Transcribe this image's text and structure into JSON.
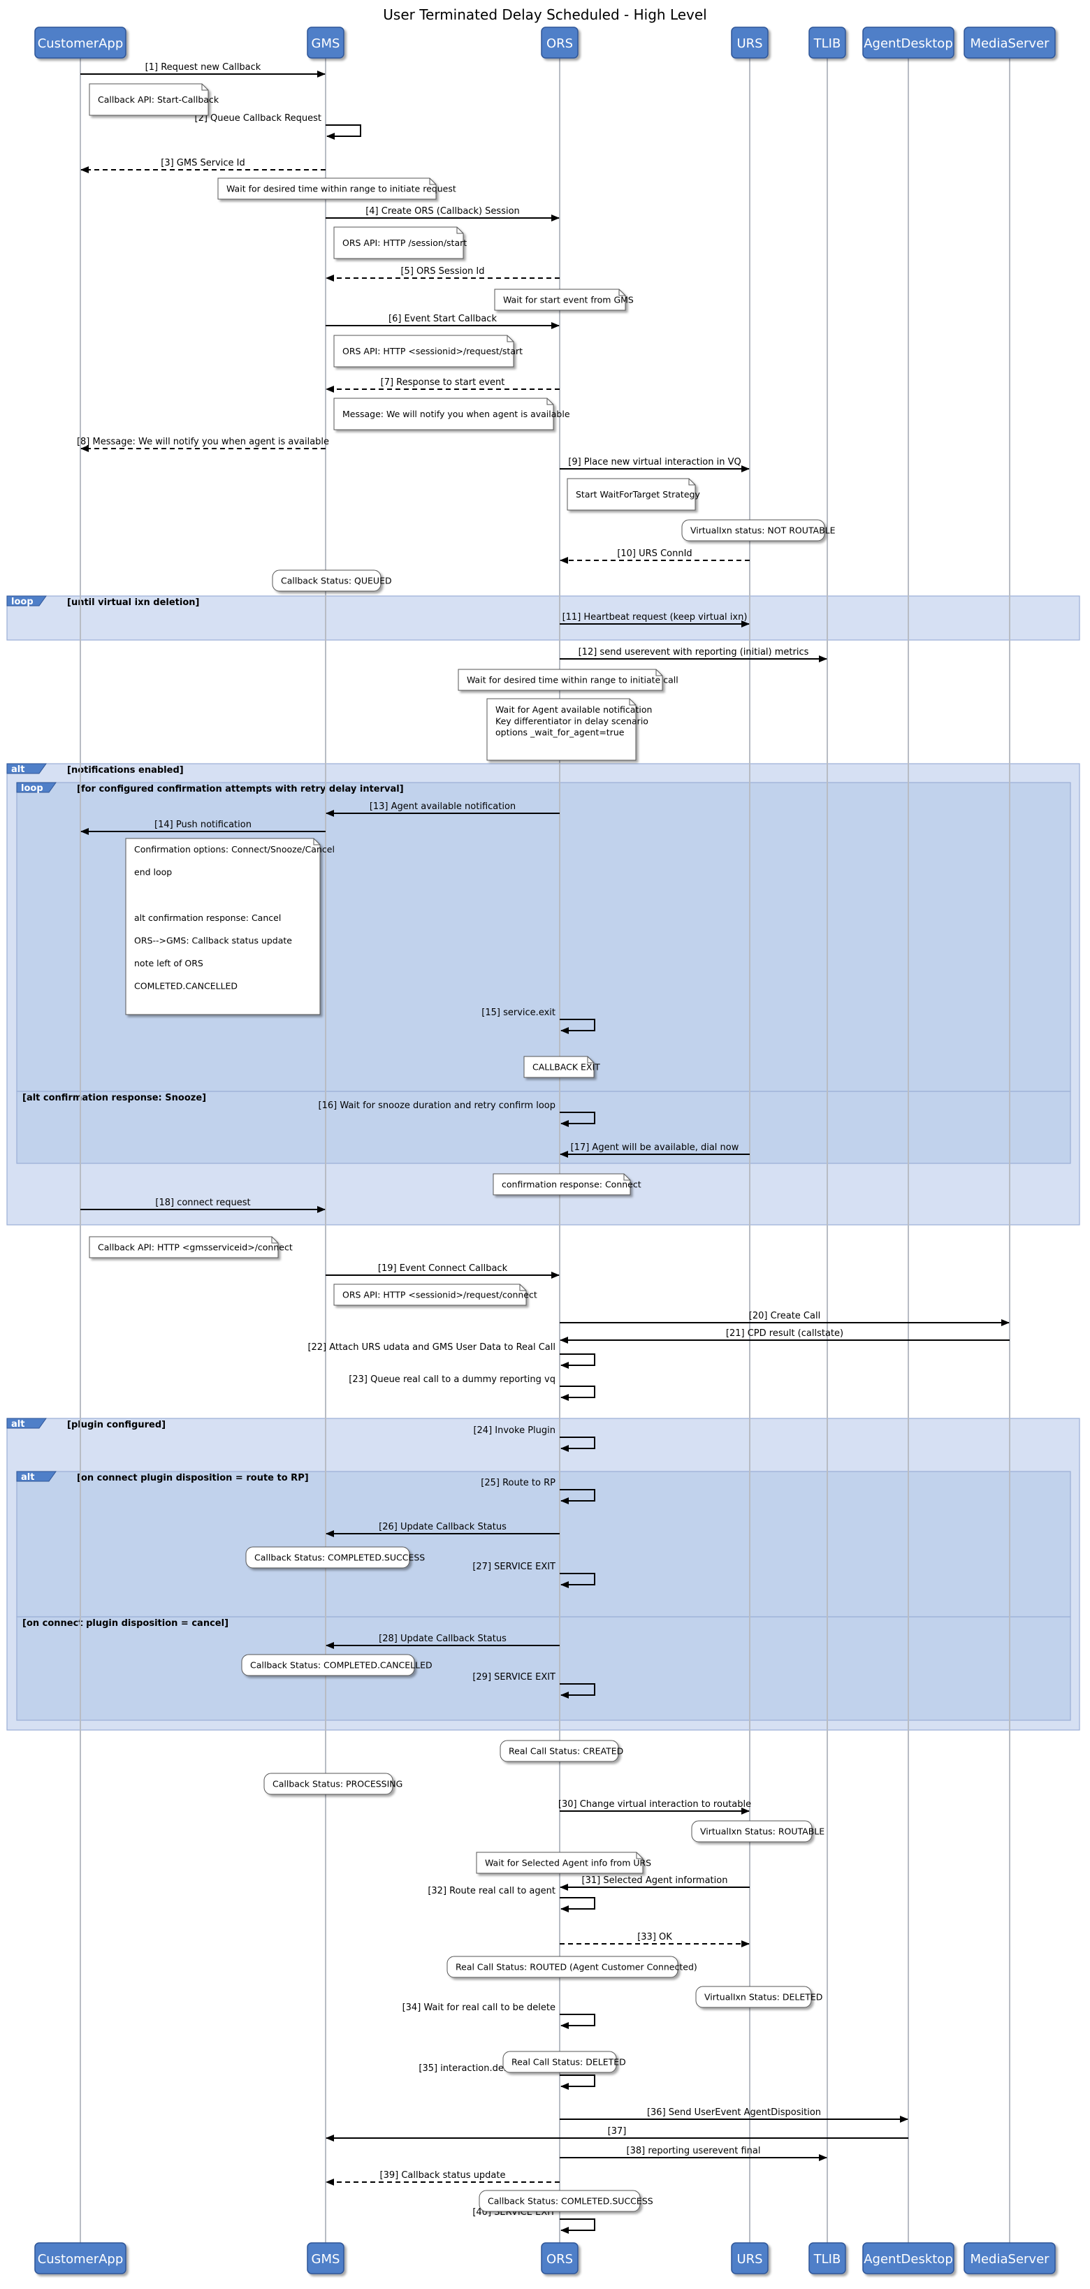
{
  "title": "User Terminated Delay Scheduled - High Level",
  "colors": {
    "participant_fill": "#4f7fc8",
    "participant_stroke": "#2f5597",
    "lifeline": "#b8bcc4",
    "arrow": "#000000",
    "frame_outer": "#d6e0f3",
    "frame_inner": "#c1d2ec",
    "frame_stroke": "#9aaed6",
    "note_fill": "#ffffff",
    "note_stroke": "#555555"
  },
  "participants": [
    {
      "id": "CustomerApp",
      "label": "CustomerApp"
    },
    {
      "id": "GMS",
      "label": "GMS"
    },
    {
      "id": "ORS",
      "label": "ORS"
    },
    {
      "id": "URS",
      "label": "URS"
    },
    {
      "id": "TLIB",
      "label": "TLIB"
    },
    {
      "id": "AgentDesktop",
      "label": "AgentDesktop"
    },
    {
      "id": "MediaServer",
      "label": "MediaServer"
    }
  ],
  "frames": [
    {
      "tag": "loop",
      "condition": "[until virtual ixn deletion]",
      "level": 0
    },
    {
      "tag": "alt",
      "condition": "[notifications enabled]",
      "level": 0
    },
    {
      "tag": "loop",
      "condition": "[for configured confirmation attempts with retry delay interval]",
      "level": 1
    },
    {
      "tag": "",
      "condition": "[alt confirmation response: Snooze]",
      "level": 1
    },
    {
      "tag": "alt",
      "condition": "[plugin configured]",
      "level": 0
    },
    {
      "tag": "alt",
      "condition": "[on connect plugin disposition = route to RP]",
      "level": 1
    },
    {
      "tag": "",
      "condition": "[on connect plugin disposition = cancel]",
      "level": 1
    }
  ],
  "messages": [
    {
      "from": "CustomerApp",
      "to": "GMS",
      "label": "[1] Request new Callback",
      "dashed": false
    },
    {
      "from": "GMS",
      "to": "GMS",
      "label": "[2] Queue Callback Request",
      "dashed": false
    },
    {
      "from": "GMS",
      "to": "CustomerApp",
      "label": "[3] GMS Service Id",
      "dashed": true
    },
    {
      "from": "GMS",
      "to": "ORS",
      "label": "[4] Create ORS (Callback) Session",
      "dashed": false
    },
    {
      "from": "ORS",
      "to": "GMS",
      "label": "[5] ORS Session Id",
      "dashed": true
    },
    {
      "from": "GMS",
      "to": "ORS",
      "label": "[6] Event Start Callback",
      "dashed": false
    },
    {
      "from": "ORS",
      "to": "GMS",
      "label": "[7] Response to start event",
      "dashed": true
    },
    {
      "from": "GMS",
      "to": "CustomerApp",
      "label": "[8] Message: We will notify you when agent is available",
      "dashed": true
    },
    {
      "from": "ORS",
      "to": "URS",
      "label": "[9] Place new virtual interaction in VQ",
      "dashed": false
    },
    {
      "from": "URS",
      "to": "ORS",
      "label": "[10] URS ConnId",
      "dashed": true
    },
    {
      "from": "ORS",
      "to": "URS",
      "label": "[11] Heartbeat request (keep virtual ixn)",
      "dashed": false
    },
    {
      "from": "ORS",
      "to": "TLIB",
      "label": "[12] send userevent with reporting (initial) metrics",
      "dashed": false
    },
    {
      "from": "ORS",
      "to": "GMS",
      "label": "[13] Agent available notification",
      "dashed": false
    },
    {
      "from": "GMS",
      "to": "CustomerApp",
      "label": "[14] Push notification",
      "dashed": false
    },
    {
      "from": "ORS",
      "to": "ORS",
      "label": "[15] service.exit",
      "dashed": false
    },
    {
      "from": "ORS",
      "to": "ORS",
      "label": "[16] Wait for snooze duration and retry confirm loop",
      "dashed": false
    },
    {
      "from": "URS",
      "to": "ORS",
      "label": "[17] Agent will be available, dial now",
      "dashed": false
    },
    {
      "from": "CustomerApp",
      "to": "GMS",
      "label": "[18] connect request",
      "dashed": false
    },
    {
      "from": "GMS",
      "to": "ORS",
      "label": "[19] Event Connect Callback",
      "dashed": false
    },
    {
      "from": "ORS",
      "to": "MediaServer",
      "label": "[20] Create Call",
      "dashed": false
    },
    {
      "from": "MediaServer",
      "to": "ORS",
      "label": "[21] CPD result (callstate)",
      "dashed": false
    },
    {
      "from": "ORS",
      "to": "ORS",
      "label": "[22] Attach URS udata and GMS User Data to Real Call",
      "dashed": false
    },
    {
      "from": "ORS",
      "to": "ORS",
      "label": "[23] Queue real call to a dummy reporting vq",
      "dashed": false
    },
    {
      "from": "ORS",
      "to": "ORS",
      "label": "[24] Invoke Plugin",
      "dashed": false
    },
    {
      "from": "ORS",
      "to": "ORS",
      "label": "[25] Route to RP",
      "dashed": false
    },
    {
      "from": "ORS",
      "to": "GMS",
      "label": "[26] Update Callback Status",
      "dashed": false
    },
    {
      "from": "ORS",
      "to": "ORS",
      "label": "[27] SERVICE EXIT",
      "dashed": false
    },
    {
      "from": "ORS",
      "to": "GMS",
      "label": "[28] Update Callback Status",
      "dashed": false
    },
    {
      "from": "ORS",
      "to": "ORS",
      "label": "[29] SERVICE EXIT",
      "dashed": false
    },
    {
      "from": "ORS",
      "to": "URS",
      "label": "[30] Change virtual interaction to routable",
      "dashed": false
    },
    {
      "from": "URS",
      "to": "ORS",
      "label": "[31] Selected Agent information",
      "dashed": false
    },
    {
      "from": "ORS",
      "to": "ORS",
      "label": "[32] Route real call to agent",
      "dashed": false
    },
    {
      "from": "ORS",
      "to": "URS",
      "label": "[33] OK",
      "dashed": true
    },
    {
      "from": "ORS",
      "to": "ORS",
      "label": "[34] Wait for real call to be delete",
      "dashed": false
    },
    {
      "from": "ORS",
      "to": "ORS",
      "label": "[35] interaction.deleted event",
      "dashed": false
    },
    {
      "from": "ORS",
      "to": "AgentDesktop",
      "label": "[36] Send UserEvent AgentDisposition",
      "dashed": false
    },
    {
      "from": "AgentDesktop",
      "to": "GMS",
      "label": "[37]",
      "dashed": false
    },
    {
      "from": "ORS",
      "to": "TLIB",
      "label": "[38] reporting userevent final",
      "dashed": false
    },
    {
      "from": "ORS",
      "to": "GMS",
      "label": "[39] Callback status update",
      "dashed": true
    },
    {
      "from": "ORS",
      "to": "ORS",
      "label": "[40] SERVICE EXIT",
      "dashed": false
    }
  ],
  "notes": [
    {
      "style": "note",
      "lines": [
        "Callback API: Start-Callback"
      ]
    },
    {
      "style": "note",
      "lines": [
        "Wait for desired time within range to initiate request"
      ]
    },
    {
      "style": "note",
      "lines": [
        "ORS API: HTTP /session/start"
      ]
    },
    {
      "style": "note",
      "lines": [
        "Wait for start event from GMS"
      ]
    },
    {
      "style": "note",
      "lines": [
        "ORS API: HTTP <sessionid>/request/start"
      ]
    },
    {
      "style": "note",
      "lines": [
        "Message: We will notify you when agent is available"
      ]
    },
    {
      "style": "note",
      "lines": [
        "Start WaitForTarget Strategy"
      ]
    },
    {
      "style": "rnote",
      "lines": [
        "VirtualIxn status: NOT ROUTABLE"
      ]
    },
    {
      "style": "rnote",
      "lines": [
        "Callback Status: QUEUED"
      ]
    },
    {
      "style": "note",
      "lines": [
        "Wait for desired time within range to initiate call"
      ]
    },
    {
      "style": "note",
      "lines": [
        "Wait for Agent available notification",
        "Key differentiator in delay scenario",
        "options _wait_for_agent=true"
      ]
    },
    {
      "style": "note",
      "lines": [
        "Confirmation options: Connect/Snooze/Cancel",
        "",
        "end loop",
        "",
        "",
        "",
        "alt confirmation response: Cancel",
        "",
        "ORS-->GMS: Callback status update",
        "",
        "note left of ORS",
        "",
        "COMLETED.CANCELLED"
      ]
    },
    {
      "style": "note",
      "lines": [
        "CALLBACK EXIT"
      ]
    },
    {
      "style": "note",
      "lines": [
        "confirmation response: Connect"
      ]
    },
    {
      "style": "note",
      "lines": [
        "Callback API: HTTP <gmsserviceid>/connect"
      ]
    },
    {
      "style": "note",
      "lines": [
        "ORS API: HTTP <sessionid>/request/connect"
      ]
    },
    {
      "style": "rnote",
      "lines": [
        "Callback Status: COMPLETED.SUCCESS"
      ]
    },
    {
      "style": "rnote",
      "lines": [
        "Callback Status: COMPLETED.CANCELLED"
      ]
    },
    {
      "style": "rnote",
      "lines": [
        "Real Call Status: CREATED"
      ]
    },
    {
      "style": "rnote",
      "lines": [
        "Callback Status: PROCESSING"
      ]
    },
    {
      "style": "rnote",
      "lines": [
        "VirtualIxn Status: ROUTABLE"
      ]
    },
    {
      "style": "note",
      "lines": [
        "Wait for Selected Agent info from URS"
      ]
    },
    {
      "style": "rnote",
      "lines": [
        "Real Call Status: ROUTED (Agent Customer Connected)"
      ]
    },
    {
      "style": "rnote",
      "lines": [
        "VirtualIxn Status: DELETED"
      ]
    },
    {
      "style": "rnote",
      "lines": [
        "Real Call Status: DELETED"
      ]
    },
    {
      "style": "rnote",
      "lines": [
        "Callback Status: COMLETED.SUCCESS"
      ]
    }
  ]
}
